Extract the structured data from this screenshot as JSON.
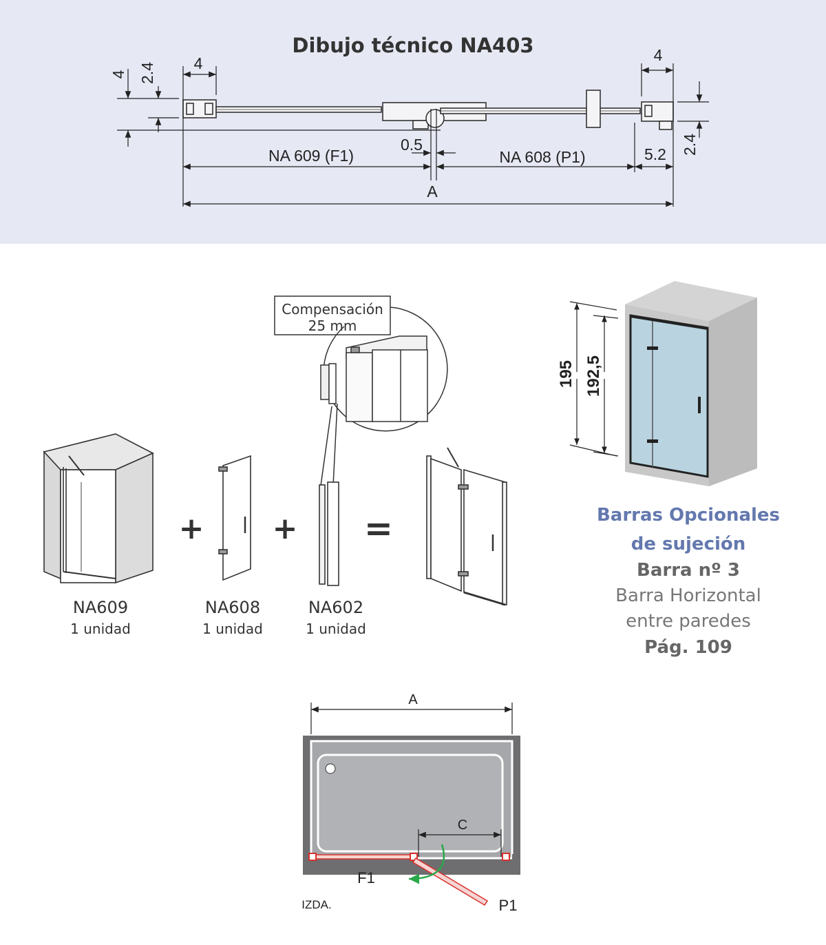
{
  "tech_drawing": {
    "title": "Dibujo técnico NA403",
    "dims": {
      "left_4": "4",
      "left_2_4": "2.4",
      "left_4b": "4",
      "right_4": "4",
      "right_2_4": "2.4",
      "gap": "0.5",
      "end": "5.2",
      "f1": "NA 609 (F1)",
      "p1": "NA 608 (P1)",
      "a_mid": "A",
      "a_total": "A"
    }
  },
  "kit": {
    "compensation_label": "Compensación",
    "compensation_value": "25 mm",
    "items": [
      {
        "code": "NA609",
        "qty": "1 unidad"
      },
      {
        "code": "NA608",
        "qty": "1 unidad"
      },
      {
        "code": "NA602",
        "qty": "1 unidad"
      }
    ],
    "plus": "+",
    "equals": "="
  },
  "height": {
    "h1": "195",
    "h2": "192,5"
  },
  "optional_bars": {
    "line1": "Barras Opcionales",
    "line2": "de sujeción",
    "bar": "Barra nº 3",
    "desc1": "Barra Horizontal",
    "desc2": "entre paredes",
    "page": "Pág. 109"
  },
  "plan": {
    "a": "A",
    "c": "C",
    "f1": "F1",
    "p1": "P1",
    "side": "IZDA."
  },
  "colors": {
    "panel_bg": "#e6e8f4",
    "accent_blue": "#6378ae",
    "glass": "#b9d3e0",
    "hinge_red": "#d9302b",
    "arrow_green": "#2aa84a"
  }
}
